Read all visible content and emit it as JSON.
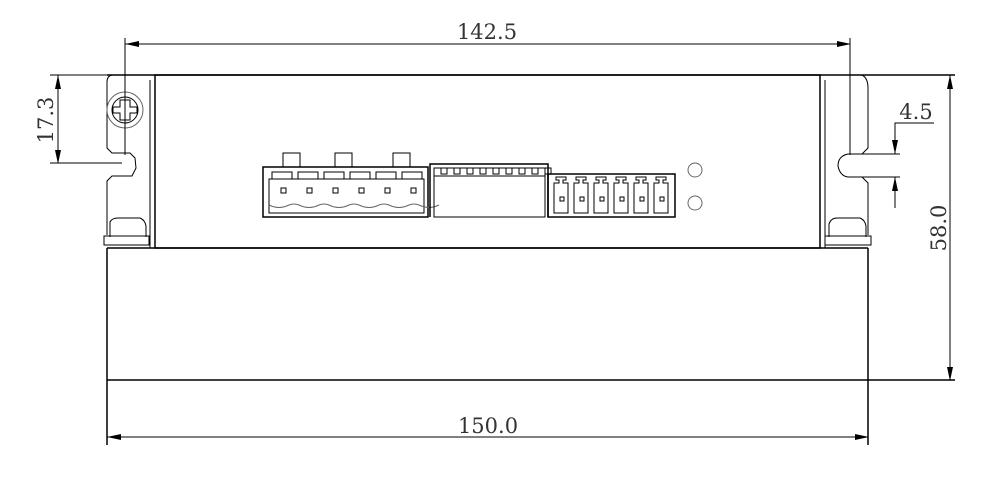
{
  "dimensions": {
    "mount_hole_spacing": "142.5",
    "total_width": "150.0",
    "slot_offset_height": "17.3",
    "total_height": "58.0",
    "slot_width": "4.5"
  },
  "parts": {
    "power_connector_pins": 6,
    "signal_connector_pins": 9,
    "io_connector_pins": 6,
    "indicator_leds": 2
  },
  "colors": {
    "line": "#000000",
    "text": "#333333"
  }
}
